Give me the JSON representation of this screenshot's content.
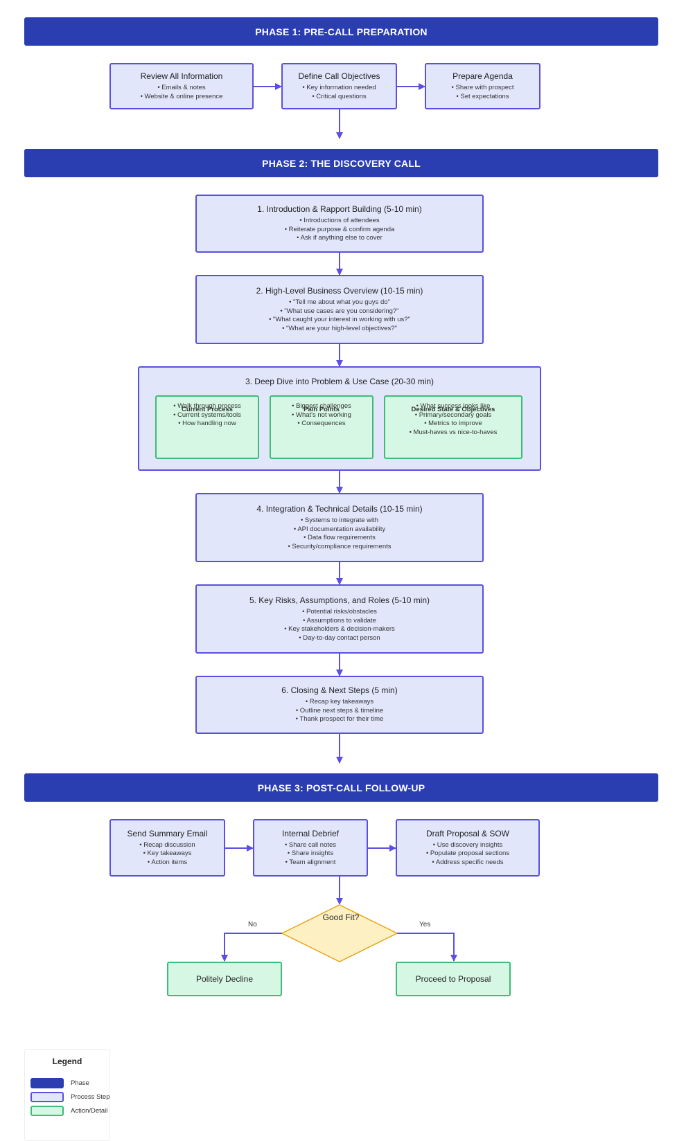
{
  "phases": {
    "p1": "PHASE 1: PRE-CALL PREPARATION",
    "p2": "PHASE 2: THE DISCOVERY CALL",
    "p3": "PHASE 3: POST-CALL FOLLOW-UP"
  },
  "pre_call": [
    {
      "title": "Review All Information",
      "bullets": [
        "• Emails & notes",
        "• Website & online presence"
      ]
    },
    {
      "title": "Define Call Objectives",
      "bullets": [
        "• Key information needed",
        "• Critical questions"
      ]
    },
    {
      "title": "Prepare Agenda",
      "bullets": [
        "• Share with prospect",
        "• Set expectations"
      ]
    }
  ],
  "call_steps": {
    "s1": {
      "title": "1. Introduction & Rapport Building (5-10 min)",
      "bullets": [
        "• Introductions of attendees",
        "• Reiterate purpose & confirm agenda",
        "• Ask if anything else to cover"
      ]
    },
    "s2": {
      "title": "2. High-Level Business Overview (10-15 min)",
      "bullets": [
        "• \"Tell me about what you guys do\"",
        "• \"What use cases are you considering?\"",
        "• \"What caught your interest in working with us?\"",
        "• \"What are your high-level objectives?\""
      ]
    },
    "s3": {
      "title": "3. Deep Dive into Problem & Use Case (20-30 min)",
      "sub": [
        {
          "title": "Current Process",
          "bullets": [
            "• Walk through process",
            "• Current systems/tools",
            "• How handling now"
          ]
        },
        {
          "title": "Pain Points",
          "bullets": [
            "• Biggest challenges",
            "• What's not working",
            "• Consequences"
          ]
        },
        {
          "title": "Desired State & Objectives",
          "bullets": [
            "• What success looks like",
            "• Primary/secondary goals",
            "• Metrics to improve",
            "• Must-haves vs nice-to-haves"
          ]
        }
      ]
    },
    "s4": {
      "title": "4. Integration & Technical Details (10-15 min)",
      "bullets": [
        "• Systems to integrate with",
        "• API documentation availability",
        "• Data flow requirements",
        "• Security/compliance requirements"
      ]
    },
    "s5": {
      "title": "5. Key Risks, Assumptions, and Roles (5-10 min)",
      "bullets": [
        "• Potential risks/obstacles",
        "• Assumptions to validate",
        "• Key stakeholders & decision-makers",
        "• Day-to-day contact person"
      ]
    },
    "s6": {
      "title": "6. Closing & Next Steps (5 min)",
      "bullets": [
        "• Recap key takeaways",
        "• Outline next steps & timeline",
        "• Thank prospect for their time"
      ]
    }
  },
  "post_call": [
    {
      "title": "Send Summary Email",
      "bullets": [
        "• Recap discussion",
        "• Key takeaways",
        "• Action items"
      ]
    },
    {
      "title": "Internal Debrief",
      "bullets": [
        "• Share call notes",
        "• Share insights",
        "• Team alignment"
      ]
    },
    {
      "title": "Draft Proposal & SOW",
      "bullets": [
        "• Use discovery insights",
        "• Populate proposal sections",
        "• Address specific needs"
      ]
    }
  ],
  "decision": {
    "question": "Good Fit?",
    "no_label": "No",
    "yes_label": "Yes",
    "no_outcome": "Politely Decline",
    "yes_outcome": "Proceed to Proposal"
  },
  "legend": {
    "title": "Legend",
    "phase": "Phase",
    "process": "Process Step",
    "action": "Action/Detail"
  },
  "colors": {
    "phase": "#2a3eb1",
    "process_fill": "#e1e6fb",
    "process_border": "#5a4fe0",
    "action_fill": "#d6f7e3",
    "action_border": "#3dbb78",
    "decision_fill": "#fdf1c4",
    "decision_border": "#e8a41c"
  }
}
